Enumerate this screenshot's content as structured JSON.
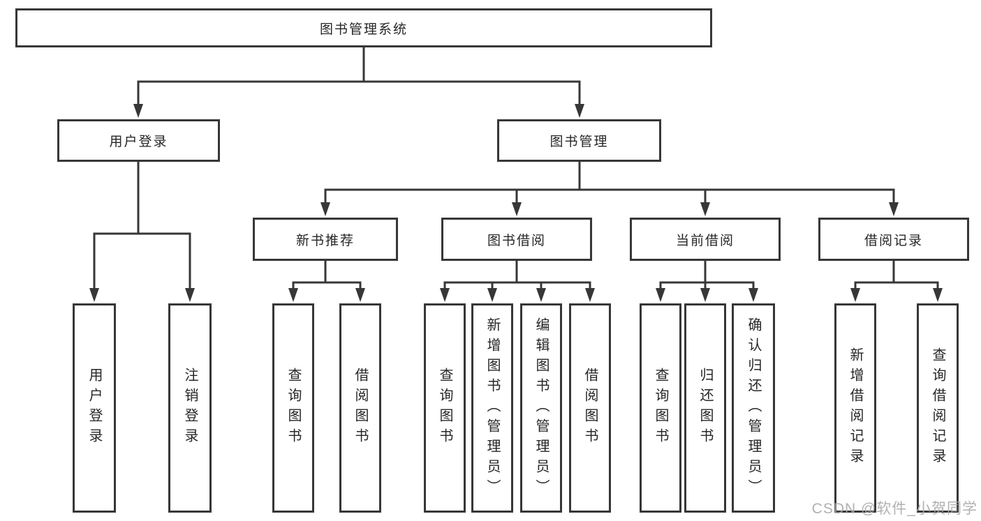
{
  "nodes": {
    "root": "图书管理系统",
    "user_login": "用户登录",
    "book_mgmt": "图书管理",
    "new_book_rec": "新书推荐",
    "book_borrow": "图书借阅",
    "current_borrow": "当前借阅",
    "borrow_records": "借阅记录",
    "leaf_user_login": "用户登录",
    "leaf_logout": "注销登录",
    "leaf_rec_query_book": "查询图书",
    "leaf_rec_borrow_book": "借阅图书",
    "leaf_bor_query_book": "查询图书",
    "leaf_bor_add_book": "新增图书（管理员）",
    "leaf_bor_edit_book": "编辑图书（管理员）",
    "leaf_bor_borrow_book": "借阅图书",
    "leaf_cur_query_book": "查询图书",
    "leaf_cur_return_book": "归还图书",
    "leaf_cur_confirm_return": "确认归还（管理员）",
    "leaf_records_add": "新增借阅记录",
    "leaf_records_query": "查询借阅记录"
  },
  "watermark": "CSDN @软件_小贺同学",
  "colors": {
    "line": "#373737",
    "text": "#262626",
    "watermark": "#a9a9a9",
    "background": "#ffffff"
  }
}
